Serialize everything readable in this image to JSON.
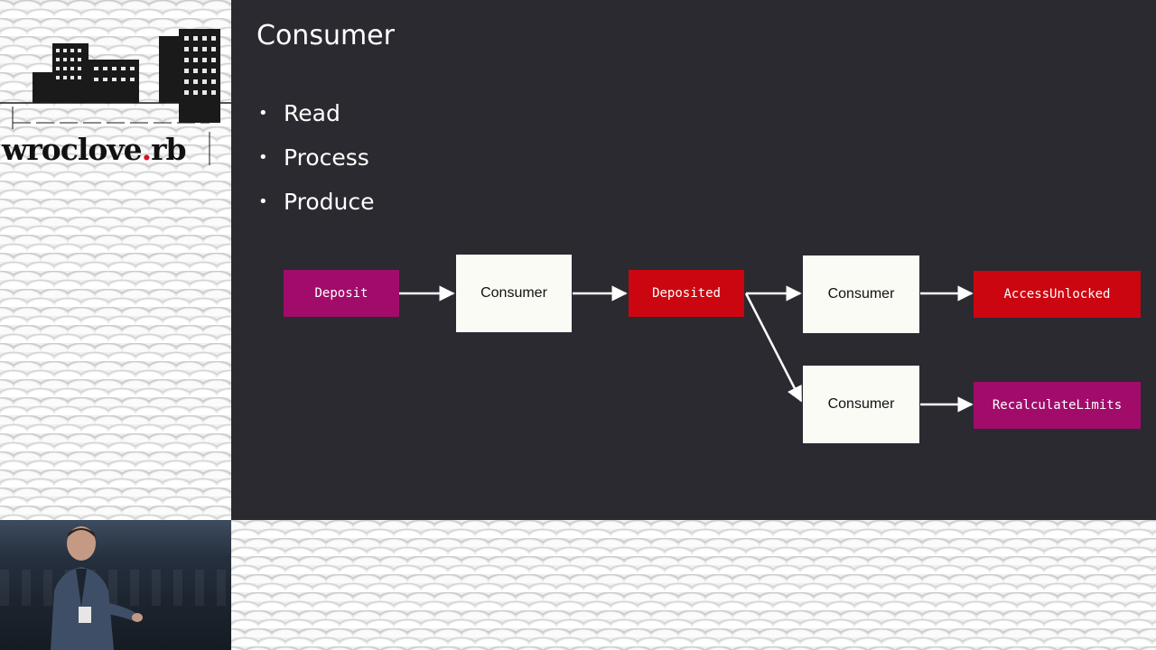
{
  "branding": {
    "logo_text": "wrocloverb",
    "logo_prefix": "wroclove",
    "logo_dot": ".",
    "logo_suffix": "rb"
  },
  "slide": {
    "title": "Consumer",
    "bullets": [
      "Read",
      "Process",
      "Produce"
    ]
  },
  "diagram": {
    "nodes": [
      {
        "id": "deposit",
        "label": "Deposit",
        "kind": "event",
        "color": "#a10c6b"
      },
      {
        "id": "consumer1",
        "label": "Consumer",
        "kind": "consumer",
        "color": "#fbfbf6"
      },
      {
        "id": "deposited",
        "label": "Deposited",
        "kind": "event",
        "color": "#cc0610"
      },
      {
        "id": "consumer2",
        "label": "Consumer",
        "kind": "consumer",
        "color": "#fbfbf6"
      },
      {
        "id": "consumer3",
        "label": "Consumer",
        "kind": "consumer",
        "color": "#fbfbf6"
      },
      {
        "id": "access_unlocked",
        "label": "AccessUnlocked",
        "kind": "event",
        "color": "#cc0610"
      },
      {
        "id": "recalculate_limits",
        "label": "RecalculateLimits",
        "kind": "event",
        "color": "#a10c6b"
      }
    ],
    "edges": [
      {
        "from": "deposit",
        "to": "consumer1"
      },
      {
        "from": "consumer1",
        "to": "deposited"
      },
      {
        "from": "deposited",
        "to": "consumer2"
      },
      {
        "from": "deposited",
        "to": "consumer3"
      },
      {
        "from": "consumer2",
        "to": "access_unlocked"
      },
      {
        "from": "consumer3",
        "to": "recalculate_limits"
      }
    ]
  },
  "colors": {
    "slide_background": "#2b2a30",
    "event_magenta": "#a10c6b",
    "event_red": "#cc0610",
    "consumer_box": "#fbfbf6"
  }
}
